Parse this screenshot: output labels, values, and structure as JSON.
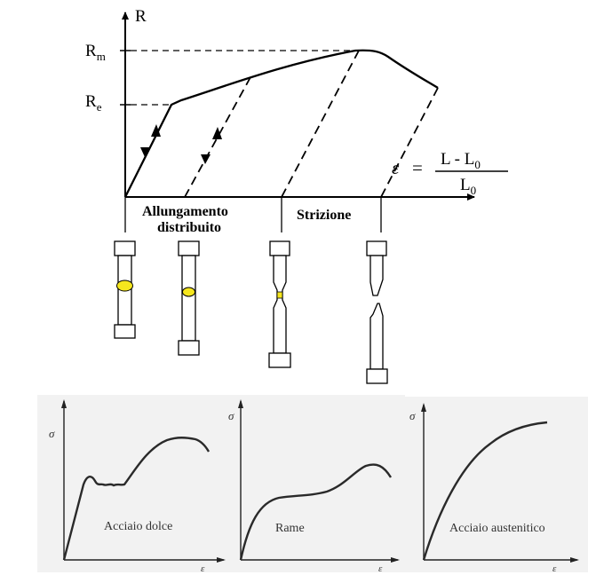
{
  "main_diagram": {
    "axis_y_label": "R",
    "tick_rm": {
      "base": "R",
      "sub": "m"
    },
    "tick_re": {
      "base": "R",
      "sub": "e"
    },
    "formula": {
      "lhs": "ε",
      "equals": "=",
      "numerator": {
        "text": "L - L",
        "sub": "0"
      },
      "denominator": {
        "text": "L",
        "sub": "0"
      }
    },
    "region_labels": {
      "uniform_line1": "Allungamento",
      "uniform_line2": "distribuito",
      "necking": "Strizione"
    },
    "highlight_color": "#f5e61e"
  },
  "mini_charts": [
    {
      "id": "dolce",
      "y_label": "σ",
      "x_label": "ε",
      "caption": "Acciaio dolce"
    },
    {
      "id": "rame",
      "y_label": "σ",
      "x_label": "ε",
      "caption": "Rame"
    },
    {
      "id": "austenitico",
      "y_label": "σ",
      "x_label": "ε",
      "caption": "Acciaio austenitico"
    }
  ]
}
